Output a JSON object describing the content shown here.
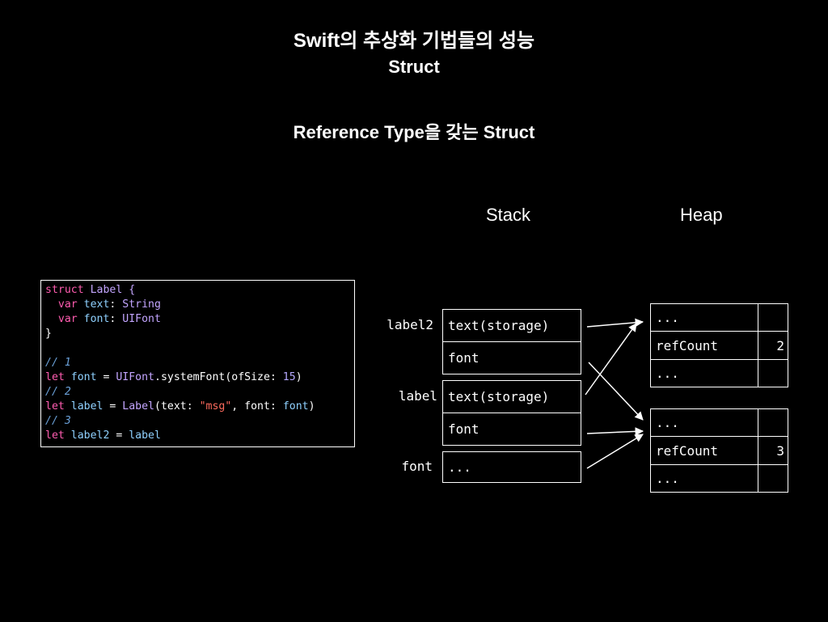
{
  "title": "Swift의 추상화 기법들의 성능",
  "subtitle": "Struct",
  "heading": "Reference Type을 갖는 Struct",
  "stack_label": "Stack",
  "heap_label": "Heap",
  "code": {
    "l1a": "struct",
    "l1b": " Label {",
    "l2a": "  var",
    "l2b": " text",
    "l2c": ": ",
    "l2d": "String",
    "l3a": "  var",
    "l3b": " font",
    "l3c": ": ",
    "l3d": "UIFont",
    "l4": "}",
    "l6": "// 1",
    "l7a": "let",
    "l7b": " font",
    "l7c": " = ",
    "l7d": "UIFont",
    "l7e": ".systemFont(ofSize: ",
    "l7f": "15",
    "l7g": ")",
    "l8": "// 2",
    "l9a": "let",
    "l9b": " label",
    "l9c": " = ",
    "l9d": "Label",
    "l9e": "(text: ",
    "l9f": "\"msg\"",
    "l9g": ", font: ",
    "l9h": "font",
    "l9i": ")",
    "l10": "// 3",
    "l11a": "let",
    "l11b": " label2",
    "l11c": " = ",
    "l11d": "label"
  },
  "stack": {
    "label2_name": "label2",
    "label_name": "label",
    "font_name": "font",
    "label2_text": "text(storage)",
    "label2_font": "font",
    "label_text": "text(storage)",
    "label_font": "font",
    "font_value": "..."
  },
  "heap": {
    "obj1_top": "...",
    "obj1_refcount_label": "refCount",
    "obj1_refcount_value": "2",
    "obj1_bottom": "...",
    "obj2_top": "...",
    "obj2_refcount_label": "refCount",
    "obj2_refcount_value": "3",
    "obj2_bottom": "..."
  }
}
